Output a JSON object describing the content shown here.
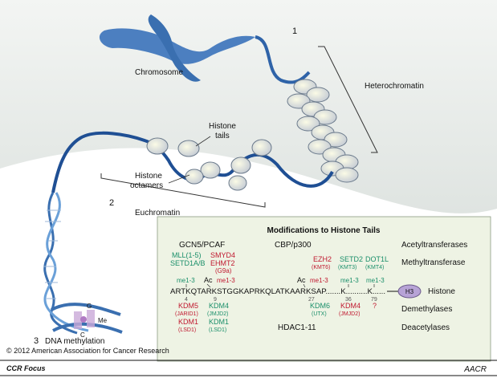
{
  "labels": {
    "chromosome": "Chromosome",
    "heterochromatin": "Heterochromatin",
    "histone_tails_1": "Histone",
    "histone_tails_2": "tails",
    "histone_octamers_1": "Histone",
    "histone_octamers_2": "octamers",
    "euchromatin": "Euchromatin",
    "dna_methylation": "DNA methylation",
    "num1": "1",
    "num2": "2",
    "num3": "3",
    "base_g": "G",
    "base_c": "C",
    "me": "Me"
  },
  "panel": {
    "title": "Modifications to Histone Tails",
    "gcn5": "GCN5/PCAF",
    "cbp": "CBP/p300",
    "acetyltransferases": "Acetyltransferases",
    "mll": "MLL(1-5)",
    "setd1": "SETD1A/B",
    "smyd4": "SMYD4",
    "ehmt2": "EHMT2",
    "g9a": "(G9a)",
    "ezh2": "EZH2",
    "kmt6": "(KMT6)",
    "setd2": "SETD2",
    "kmt3": "(KMT3)",
    "dot1l": "DOT1L",
    "kmt4": "(KMT4)",
    "methyltransferase": "Methyltransferase",
    "me_left": "me1-3",
    "ac_left": "Ac",
    "me_mid": "me1-3",
    "ac_mid": "Ac",
    "me_27": "me1-3",
    "me_36": "me1-3",
    "me_79": "me1-3",
    "sequence": "ARTKQTARKSTGGKAPRKQLATKAARKSAP.......K..........K......",
    "h3": "H3",
    "histone": "Histone",
    "pos4": "4",
    "pos9": "9",
    "pos27": "27",
    "pos36": "36",
    "pos79": "79",
    "kdm5": "KDM5",
    "jarid1": "(JARID1)",
    "kdm4a": "KDM4",
    "jmjd2a": "(JMJD2)",
    "kdm6": "KDM6",
    "utx": "(UTX)",
    "kdm4b": "KDM4",
    "jmjd2b": "(JMJD2)",
    "question": "?",
    "demethylases": "Demethylases",
    "kdm1a": "KDM1",
    "lsd1a": "(LSD1)",
    "kdm1b": "KDM1",
    "lsd1b": "(LSD1)",
    "hdac": "HDAC1-11",
    "deacetylases": "Deacetylases"
  },
  "footer": {
    "copyright": "© 2012 American Association for Cancer Research",
    "journal": "CCR Focus",
    "logo": "AACR"
  },
  "colors": {
    "background_band": "#e9ecea",
    "panel_bg": "#eef3e4",
    "dna_blue": "#3a6fb0",
    "green_text": "#1a8f6a",
    "red_text": "#c0182f",
    "h3_fill": "#b7a3d6"
  }
}
